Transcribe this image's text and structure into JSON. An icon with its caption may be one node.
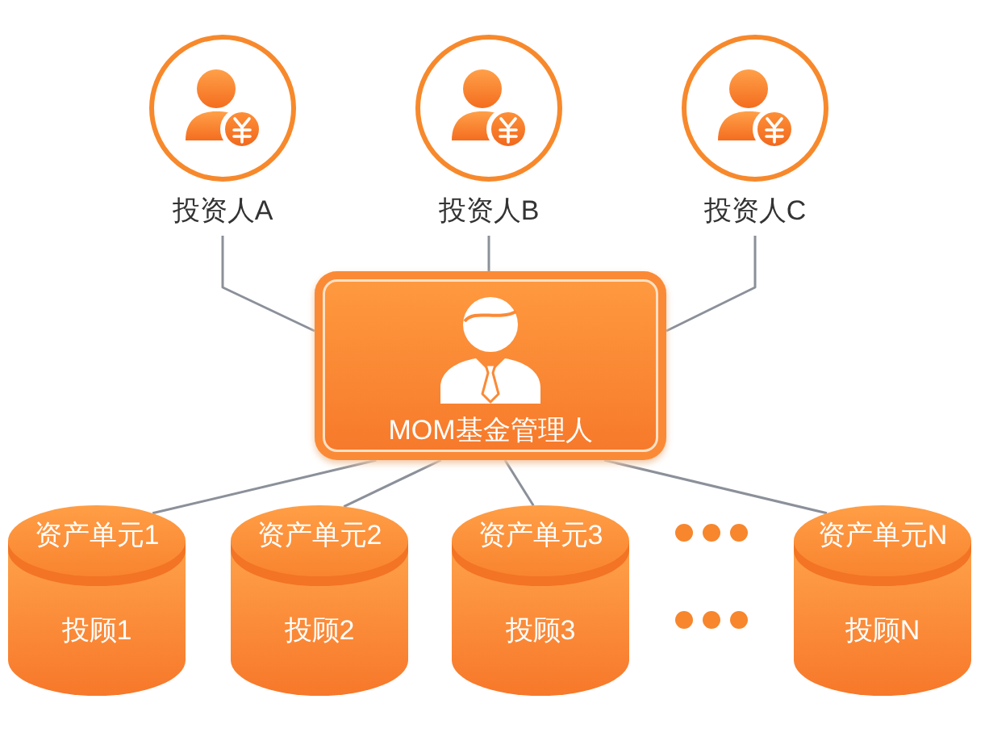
{
  "diagram": {
    "nodes": [
      {
        "text": [
          "投资人A"
        ]
      },
      {
        "text": [
          "投资人B"
        ]
      },
      {
        "text": [
          "投资人C"
        ]
      },
      {
        "text": [
          "MOM基金管理人"
        ]
      },
      {
        "text": [
          "资产单元1",
          "投顾1"
        ]
      },
      {
        "text": [
          "资产单元2",
          "投顾2"
        ]
      },
      {
        "text": [
          "资产单元3",
          "投顾3"
        ]
      },
      {
        "text": [
          "资产单元N",
          "投顾N"
        ]
      }
    ],
    "edges": [
      {
        "from": 0,
        "to": 3,
        "arrow": "none"
      },
      {
        "from": 1,
        "to": 3,
        "arrow": "none"
      },
      {
        "from": 2,
        "to": 3,
        "arrow": "none"
      },
      {
        "from": 3,
        "to": 4,
        "arrow": "none"
      },
      {
        "from": 3,
        "to": 5,
        "arrow": "none"
      },
      {
        "from": 3,
        "to": 6,
        "arrow": "none"
      },
      {
        "from": 3,
        "to": 7,
        "arrow": "none"
      }
    ]
  }
}
